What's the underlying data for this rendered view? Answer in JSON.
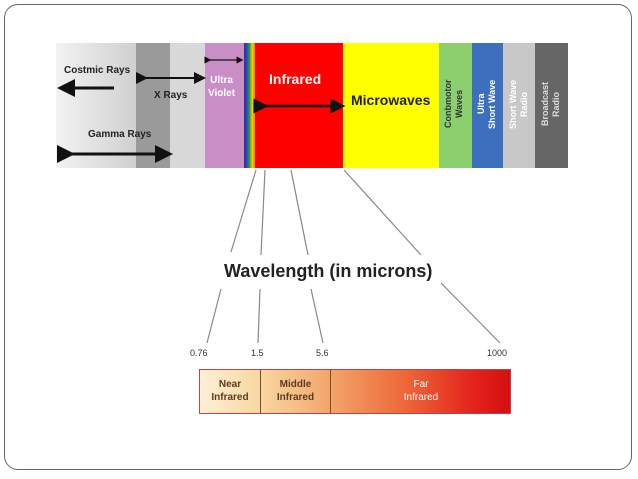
{
  "spectrum": {
    "cosmic_rays": "Costmic Rays",
    "x_rays": "X Rays",
    "gamma_rays": "Gamma Rays",
    "ultra_violet": "Ultra\nViolet",
    "infrared": "Infrared",
    "microwaves": "Microwaves",
    "conbmotor_waves": "Conbmotor\nWaves",
    "ultra_short_wave": "Ultra\nShort Wave",
    "short_wave_radio": "Short Wave\nRadio",
    "broadcast_radio": "Broadcast\nRadio"
  },
  "heading": "Wavelength (in microns)",
  "ticks": [
    "0.76",
    "1.5",
    "5.6",
    "1000"
  ],
  "infrared_bands": {
    "near": "Near\nInfrared",
    "middle": "Middle\nInfrared",
    "far": "Far\nInfrared"
  },
  "colors": {
    "infrared": "#ff0000",
    "microwaves": "#ffff00",
    "ultra_violet": "#c98ec6",
    "conbmotor": "#8ccf6e",
    "ultra_short": "#3c6fbd",
    "short_wave": "#c8c8c8",
    "broadcast": "#666666"
  }
}
